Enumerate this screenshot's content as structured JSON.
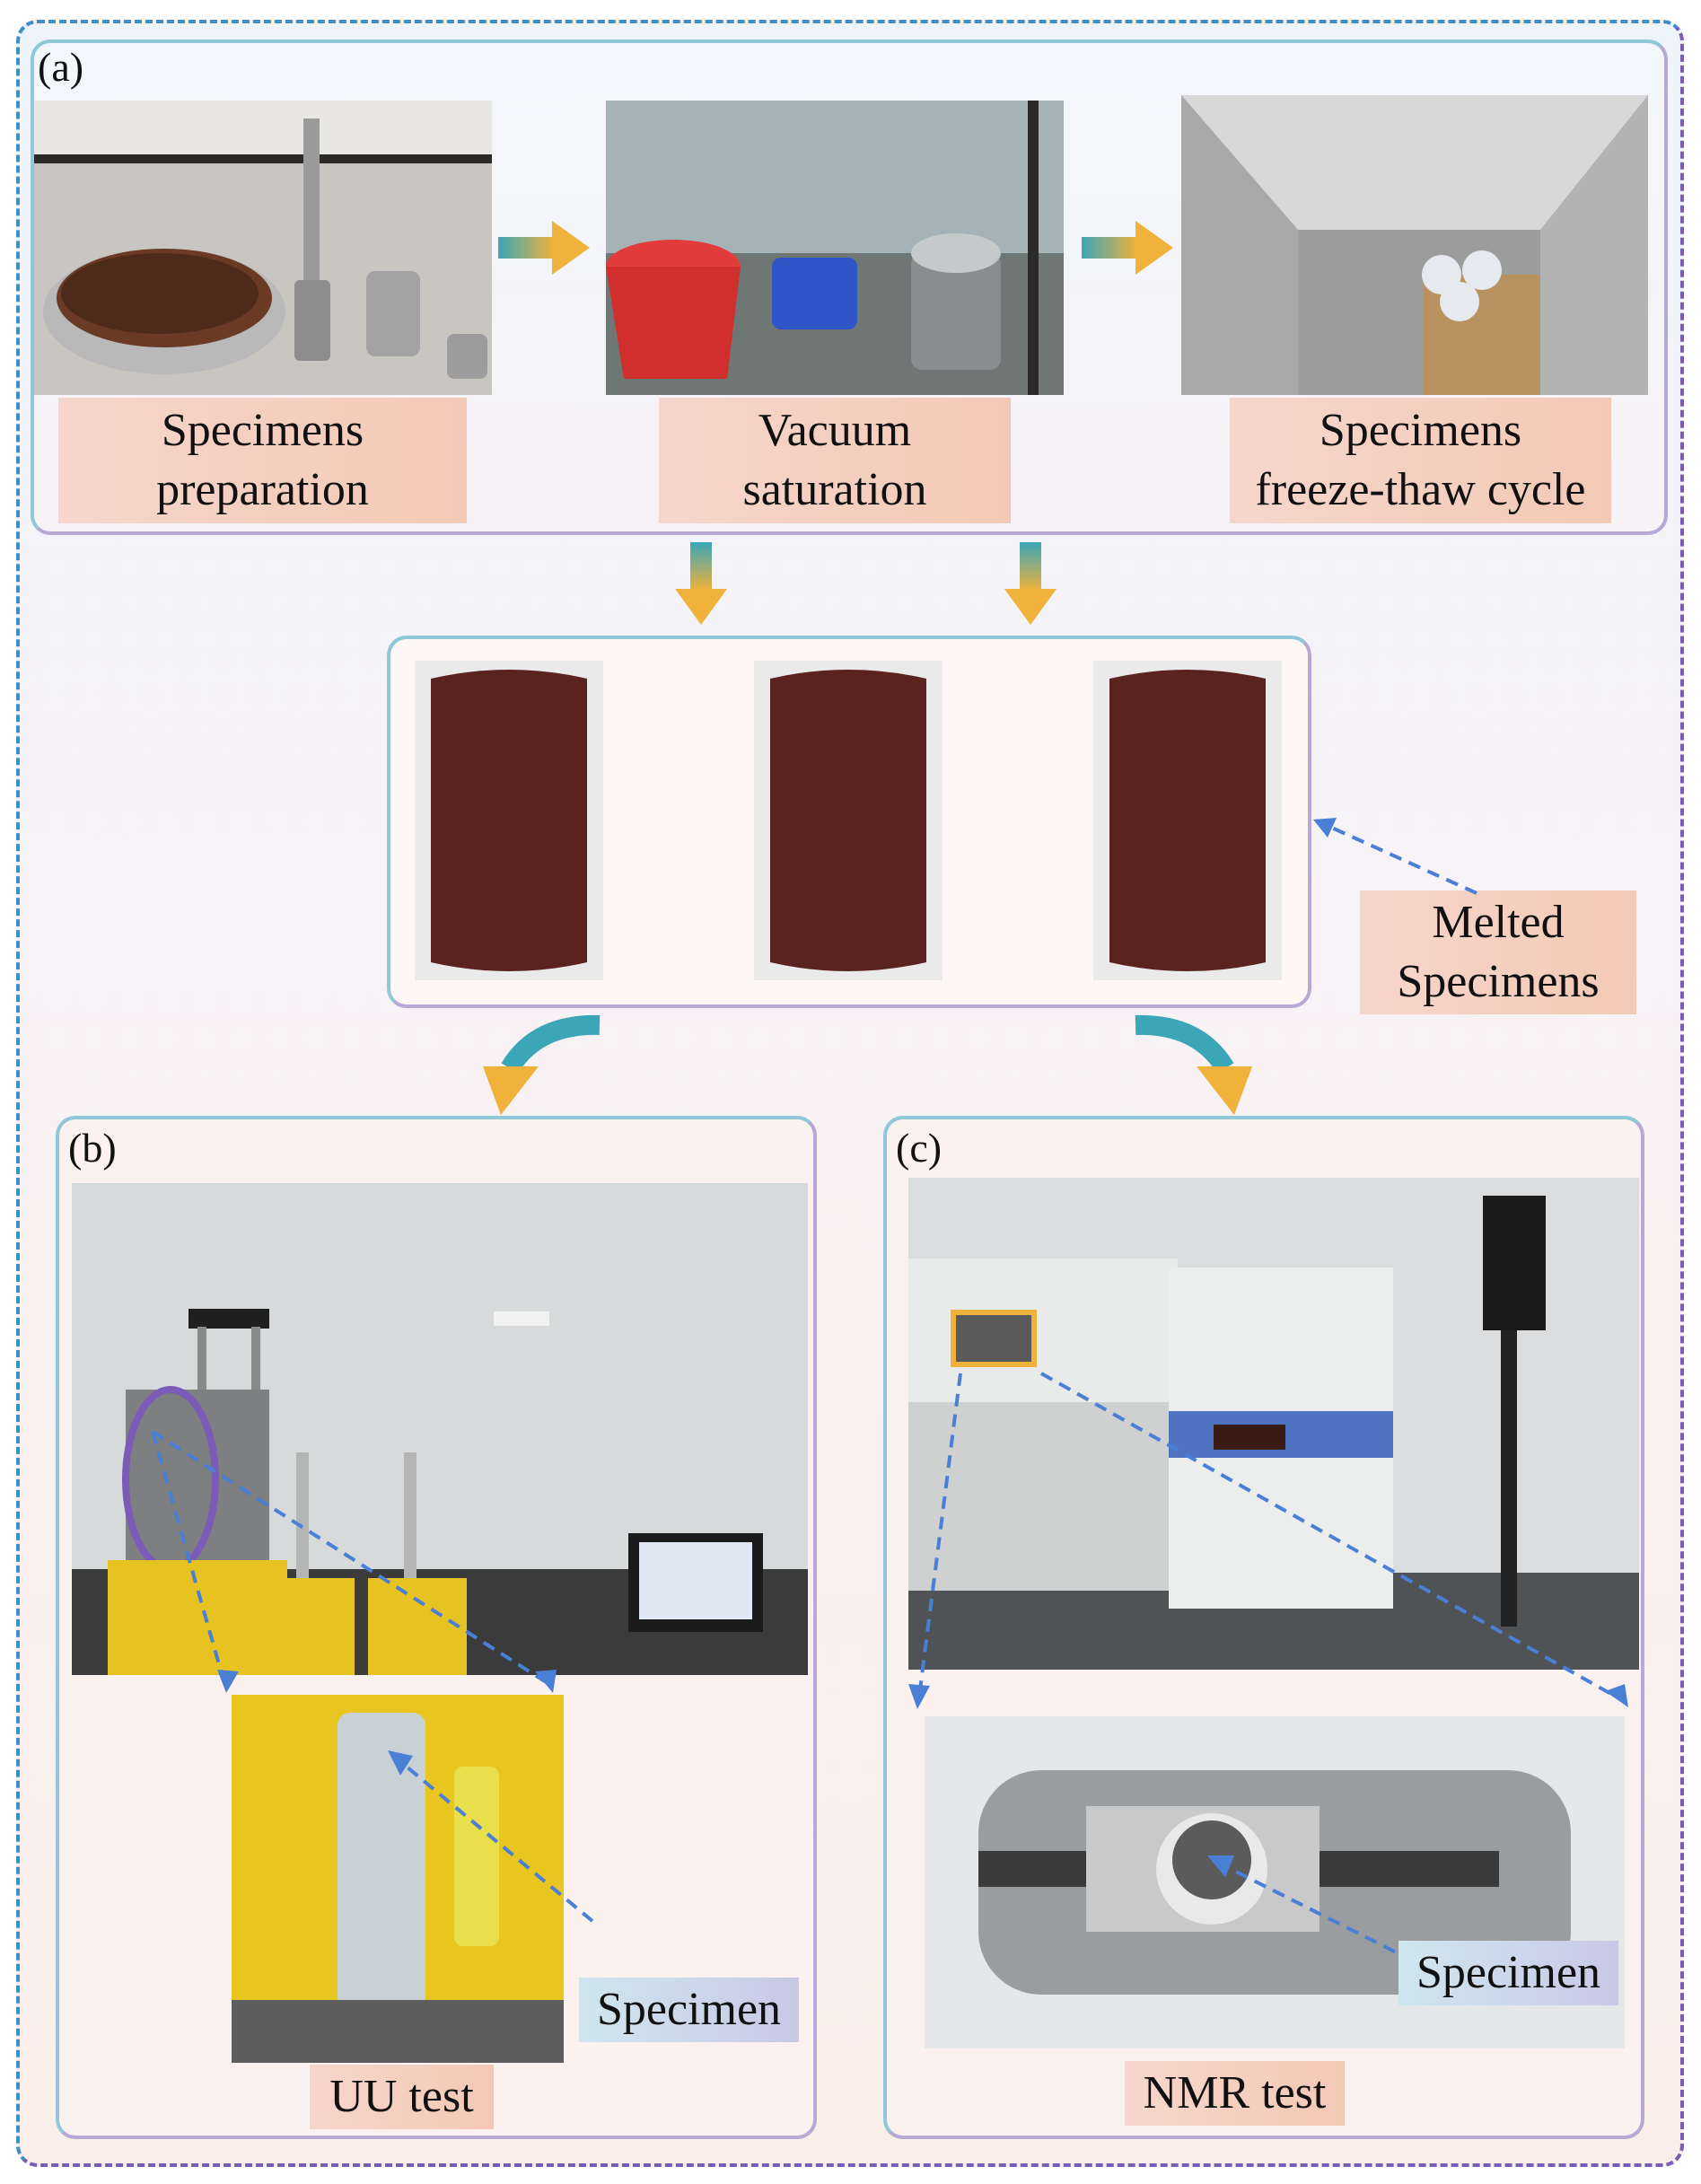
{
  "panels": {
    "a": {
      "label": "(a)"
    },
    "b": {
      "label": "(b)"
    },
    "c": {
      "label": "(c)"
    }
  },
  "steps": {
    "prep": "Specimens\npreparation",
    "vacuum": "Vacuum\nsaturation",
    "freeze": "Specimens\nfreeze-thaw cycle"
  },
  "melted": "Melted\nSpecimens",
  "uu": {
    "caption": "UU test",
    "specimen": "Specimen"
  },
  "nmr": {
    "caption": "NMR test",
    "specimen": "Specimen"
  },
  "colors": {
    "arrow_gold": "#f0b23a",
    "arrow_teal": "#3aa6b8",
    "dashed_blue": "#4a7fd6",
    "border_teal": "#8fc8d8",
    "border_purple": "#b7a8d6",
    "specimen_brown": "#5a2320"
  }
}
